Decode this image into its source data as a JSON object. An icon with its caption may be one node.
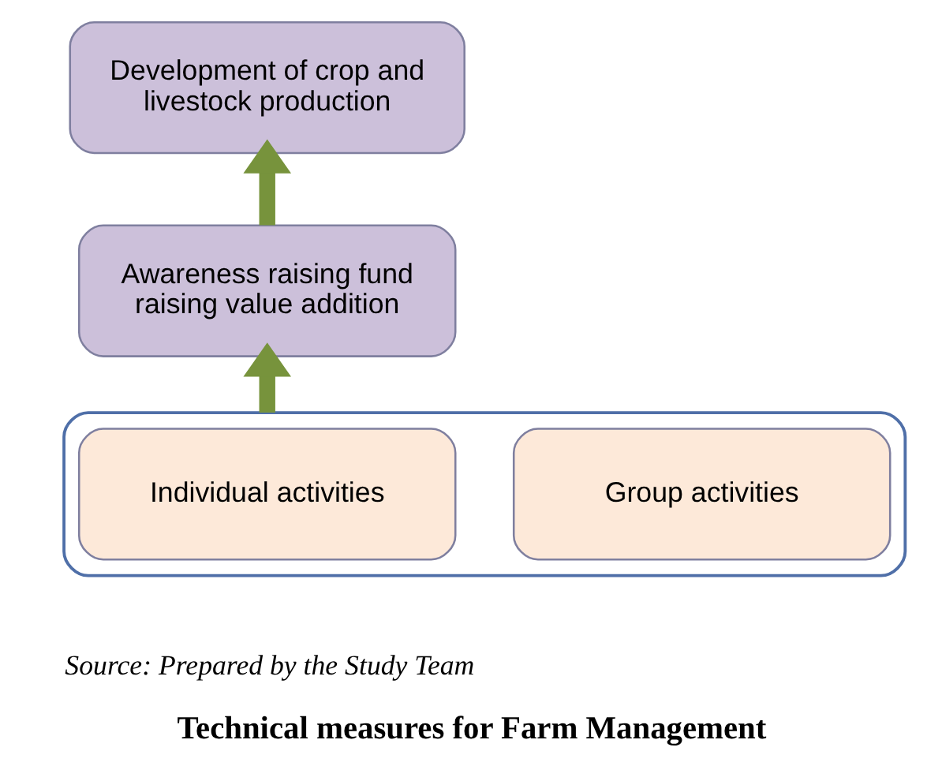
{
  "diagram": {
    "caption": "Technical measures for Farm Management",
    "nodes": [
      {
        "text": [
          "Development of crop and livestock production"
        ]
      },
      {
        "text": [
          "Awareness raising fund raising value addition"
        ]
      },
      {
        "text": [],
        "shape": "box"
      },
      {
        "text": [
          "Individual activities"
        ],
        "in": 2
      },
      {
        "text": [
          "Group activities"
        ],
        "in": 2
      }
    ],
    "edges": [
      {
        "from": 1,
        "to": 0,
        "arrow": "to"
      },
      {
        "from": 2,
        "to": 1,
        "arrow": "to"
      }
    ],
    "labels": [
      "Source: Prepared by the Study Team"
    ]
  }
}
